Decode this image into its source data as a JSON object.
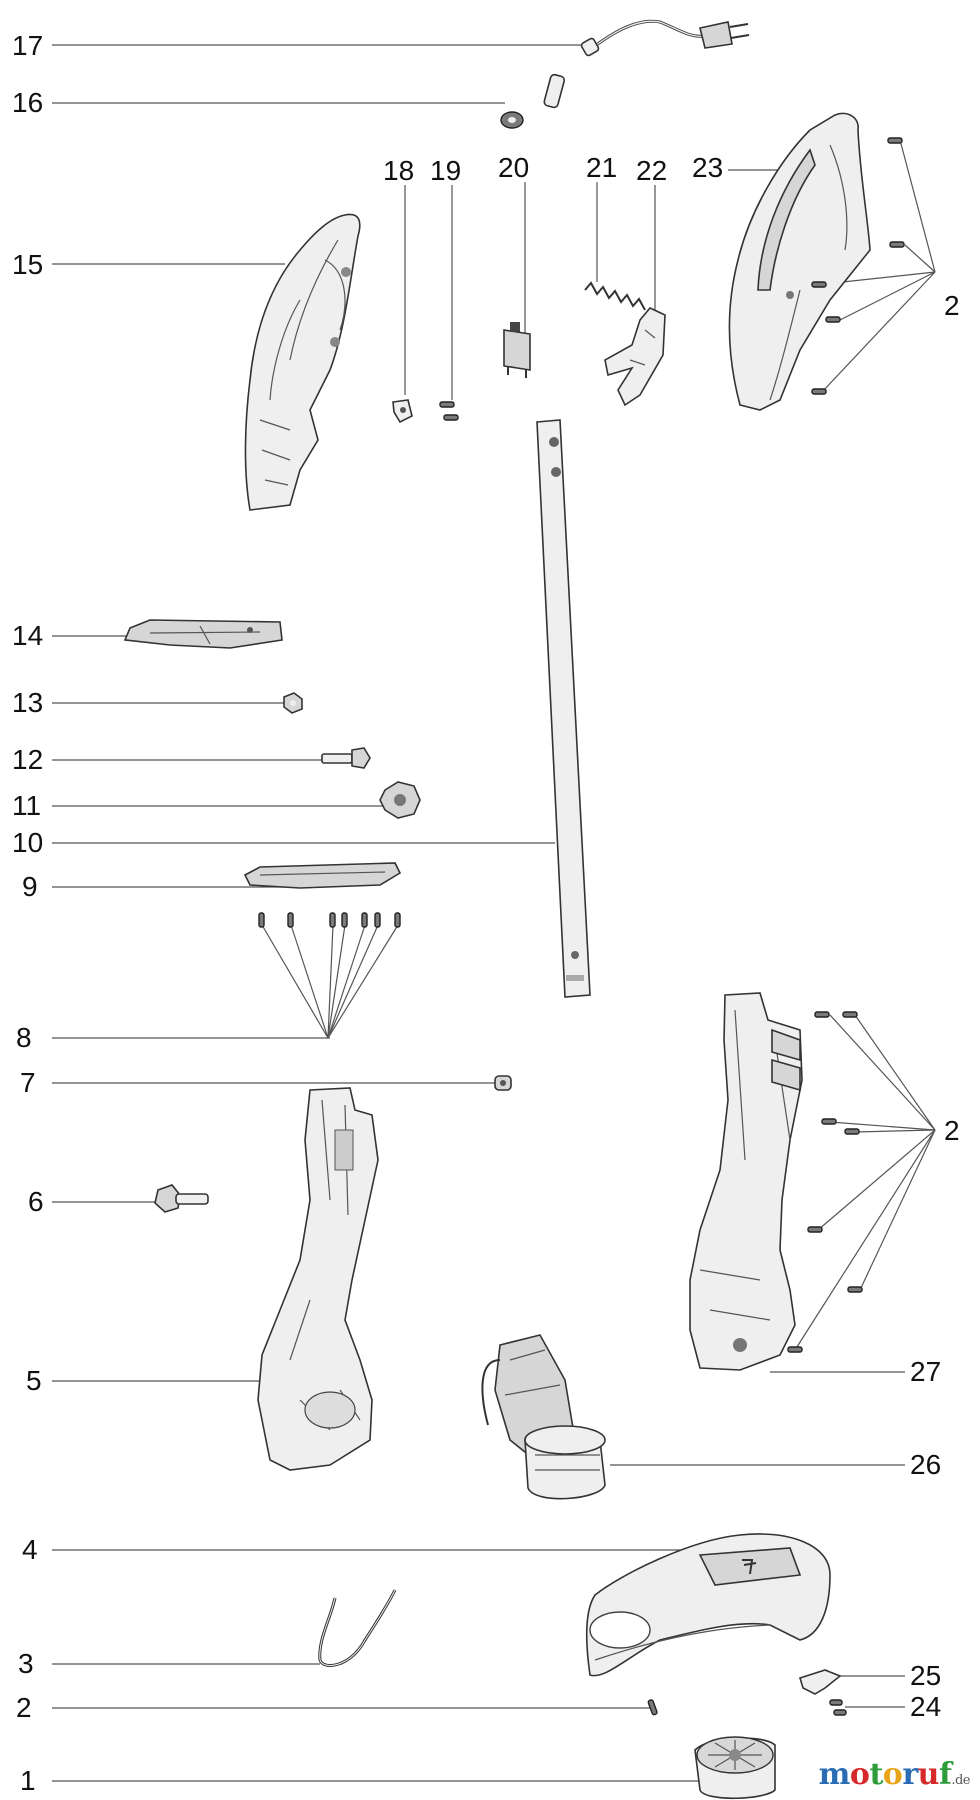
{
  "diagram": {
    "labels": {
      "l1": "1",
      "l2": "2",
      "l3": "3",
      "l4": "4",
      "l5": "5",
      "l6": "6",
      "l7": "7",
      "l8": "8",
      "l9": "9",
      "l10": "10",
      "l11": "11",
      "l12": "12",
      "l13": "13",
      "l14": "14",
      "l15": "15",
      "l16": "16",
      "l17": "17",
      "l18": "18",
      "l19": "19",
      "l20": "20",
      "l21": "21",
      "l22": "22",
      "l23": "23",
      "l24": "24",
      "l25": "25",
      "l26": "26",
      "l27": "27",
      "l2_top": "2",
      "l2_mid": "2"
    }
  },
  "watermark": {
    "letters": [
      "m",
      "o",
      "t",
      "o",
      "r",
      "u",
      "f"
    ],
    "colors": [
      "#2a6db5",
      "#d62a2a",
      "#2e9c3a",
      "#e8a417",
      "#2a6db5",
      "#d62a2a",
      "#2e9c3a"
    ],
    "tld": ".de"
  }
}
